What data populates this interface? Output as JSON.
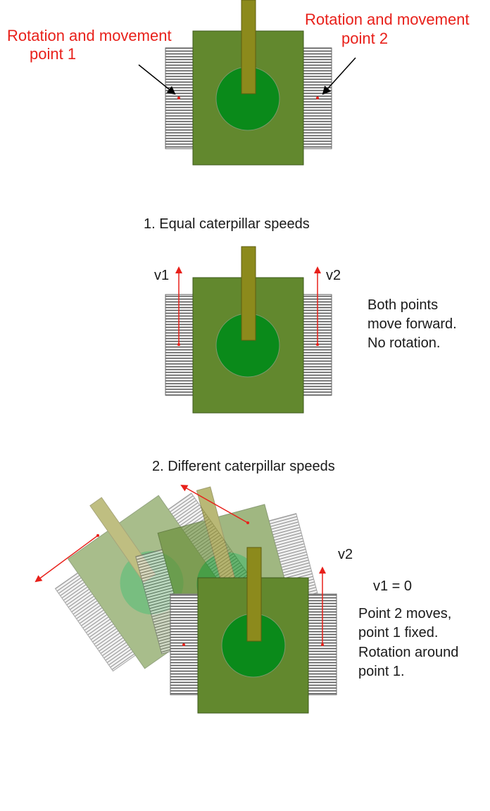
{
  "labels": {
    "point1": [
      "Rotation and movement",
      "point 1"
    ],
    "point2": [
      "Rotation and movement",
      "point 2"
    ],
    "section1_title": "1. Equal caterpillar speeds",
    "section2_title": "2. Different caterpillar speeds",
    "v1": "v1",
    "v2": "v2",
    "v2_s2": "v2",
    "v1_zero": "v1 = 0",
    "note1": [
      "Both points",
      "move forward.",
      "No rotation."
    ],
    "note2": [
      "Point 2 moves,",
      "point 1 fixed.",
      "Rotation around",
      "point 1."
    ]
  },
  "colors": {
    "hull": "#62882e",
    "hull_edge": "#3e5a1c",
    "turret": "#0a8a1a",
    "barrel": "#8c8a1c",
    "track": "#e6e6e6",
    "track_stripe": "#4a4a4a",
    "label_red": "#e8201a",
    "arrow_red": "#e8201a"
  }
}
